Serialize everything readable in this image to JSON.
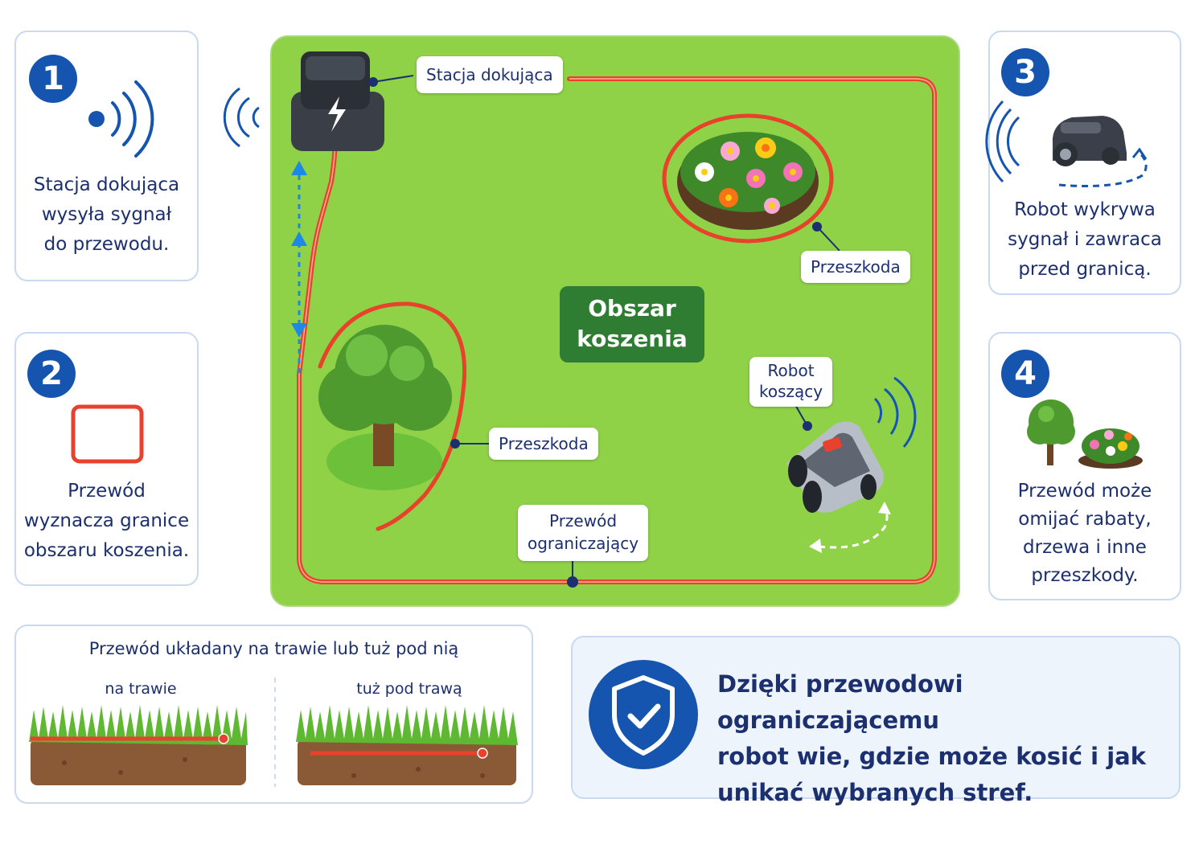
{
  "steps": [
    {
      "number": "1",
      "text": [
        "Stacja dokująca",
        "wysyła sygnał",
        "do przewodu."
      ]
    },
    {
      "number": "2",
      "text": [
        "Przewód",
        "wyznacza granice",
        "obszaru koszenia."
      ]
    },
    {
      "number": "3",
      "text": [
        "Robot wykrywa",
        "sygnał i zawraca",
        "przed granicą."
      ]
    },
    {
      "number": "4",
      "text": [
        "Przewód może",
        "omijać rabaty,",
        "drzewa i inne",
        "przeszkody."
      ]
    }
  ],
  "map": {
    "station_label": "Stacja dokująca",
    "obstacle_label_flowers": "Przeszkoda",
    "obstacle_label_tree": "Przeszkoda",
    "area_label": [
      "Obszar",
      "koszenia"
    ],
    "robot_label": [
      "Robot",
      "koszący"
    ],
    "wire_label": [
      "Przewód",
      "ograniczający"
    ]
  },
  "install": {
    "title": "Przewód układany na trawie lub tuż pod nią",
    "on_grass": "na trawie",
    "under_grass": "tuż pod trawą"
  },
  "summary": {
    "text": [
      "Dzięki przewodowi ograniczającemu",
      "robot wie, gdzie może kosić i jak",
      "unikać wybranych stref."
    ]
  },
  "colors": {
    "primary_blue": "#1555b0",
    "wire_red": "#e8412c",
    "lawn_green": "#8fd248",
    "dark_green": "#2e7d32"
  },
  "icons": [
    "signal-waves-icon",
    "boundary-square-icon",
    "mower-icon",
    "tree-icon",
    "flowerbed-icon",
    "shield-check-icon",
    "lightning-icon"
  ]
}
